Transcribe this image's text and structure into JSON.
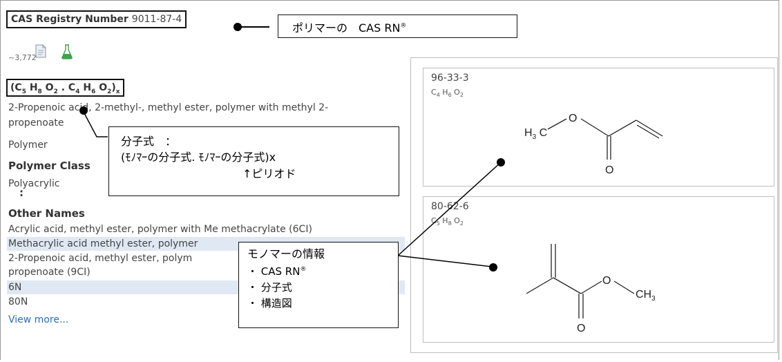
{
  "header": {
    "label": "CAS Registry Number",
    "number": "9011-87-4",
    "count": "~3,772"
  },
  "formula": {
    "parts": [
      "(C",
      "5",
      " H",
      "8",
      " O",
      "2",
      " . C",
      "4",
      " H",
      "6",
      " O",
      "2",
      ")",
      "x"
    ]
  },
  "substance": {
    "name_line1": "2-Propenoic acid, 2-methyl-, methyl ester, polymer with methyl 2-",
    "name_line2": "propenoate",
    "type": "Polymer",
    "polymer_class_label": "Polymer Class",
    "polymer_class_value": "Polyacrylic",
    "ellipsis": ":"
  },
  "other_names": {
    "label": "Other Names",
    "items": [
      "Acrylic acid, methyl ester, polymer with Me methacrylate (6CI)",
      "Methacrylic acid methyl ester, polymer",
      "2-Propenoic acid, methyl ester, polym",
      "propenoate (9CI)",
      "6N",
      "80N"
    ],
    "view_more": "View more..."
  },
  "callouts": {
    "polymer_rn": "ポリマーの　CAS RN",
    "reg": "®",
    "formula_title": "分子式　：",
    "formula_desc": "(ﾓﾉﾏｰの分子式. ﾓﾉﾏｰの分子式)x",
    "period_note": "↑ピリオド",
    "monomer_title": "モノマーの情報",
    "monomer_rn": "・ CAS RN",
    "monomer_formula": "・ 分子式",
    "monomer_structure": "・ 構造図"
  },
  "monomers": [
    {
      "rn": "96-33-3",
      "formula_parts": [
        "C",
        "4",
        " H",
        "6",
        " O",
        "2"
      ],
      "atoms": {
        "h3c": "H",
        "h3c_sub": "3",
        "c": " C",
        "o1": "O",
        "o2": "O"
      }
    },
    {
      "rn": "80-62-6",
      "formula_parts": [
        "C",
        "5",
        " H",
        "8",
        " O",
        "2"
      ],
      "atoms": {
        "o1": "O",
        "o2": "O",
        "ch3": "CH",
        "ch3_sub": "3"
      }
    }
  ],
  "colors": {
    "highlight": "#dfe8f3",
    "link": "#2a6db5",
    "flask": "#3aa64a"
  }
}
